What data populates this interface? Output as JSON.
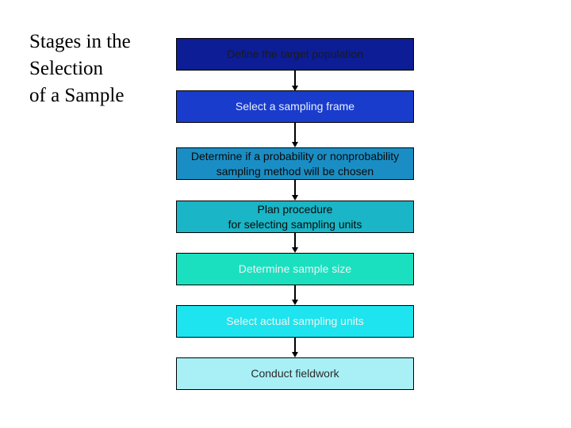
{
  "title_lines": [
    "Stages in the",
    "Selection",
    "of a Sample"
  ],
  "stages": [
    {
      "label": "Define the target population",
      "bg": "#0d1d96",
      "fg": "#1a1a1a"
    },
    {
      "label": "Select a sampling frame",
      "bg": "#1a3ccc",
      "fg": "#e8eef8"
    },
    {
      "label": "Determine if a probability or nonprobability\nsampling method will be chosen",
      "bg": "#1a8ec4",
      "fg": "#0a0a0a"
    },
    {
      "label": "Plan procedure\nfor selecting sampling units",
      "bg": "#1ab5c6",
      "fg": "#0a0a0a"
    },
    {
      "label": "Determine sample size",
      "bg": "#1ae0c0",
      "fg": "#f0f0f0"
    },
    {
      "label": "Select actual sampling units",
      "bg": "#1de4ee",
      "fg": "#f2f2f2"
    },
    {
      "label": "Conduct fieldwork",
      "bg": "#a8f0f6",
      "fg": "#2a2a2a"
    }
  ]
}
